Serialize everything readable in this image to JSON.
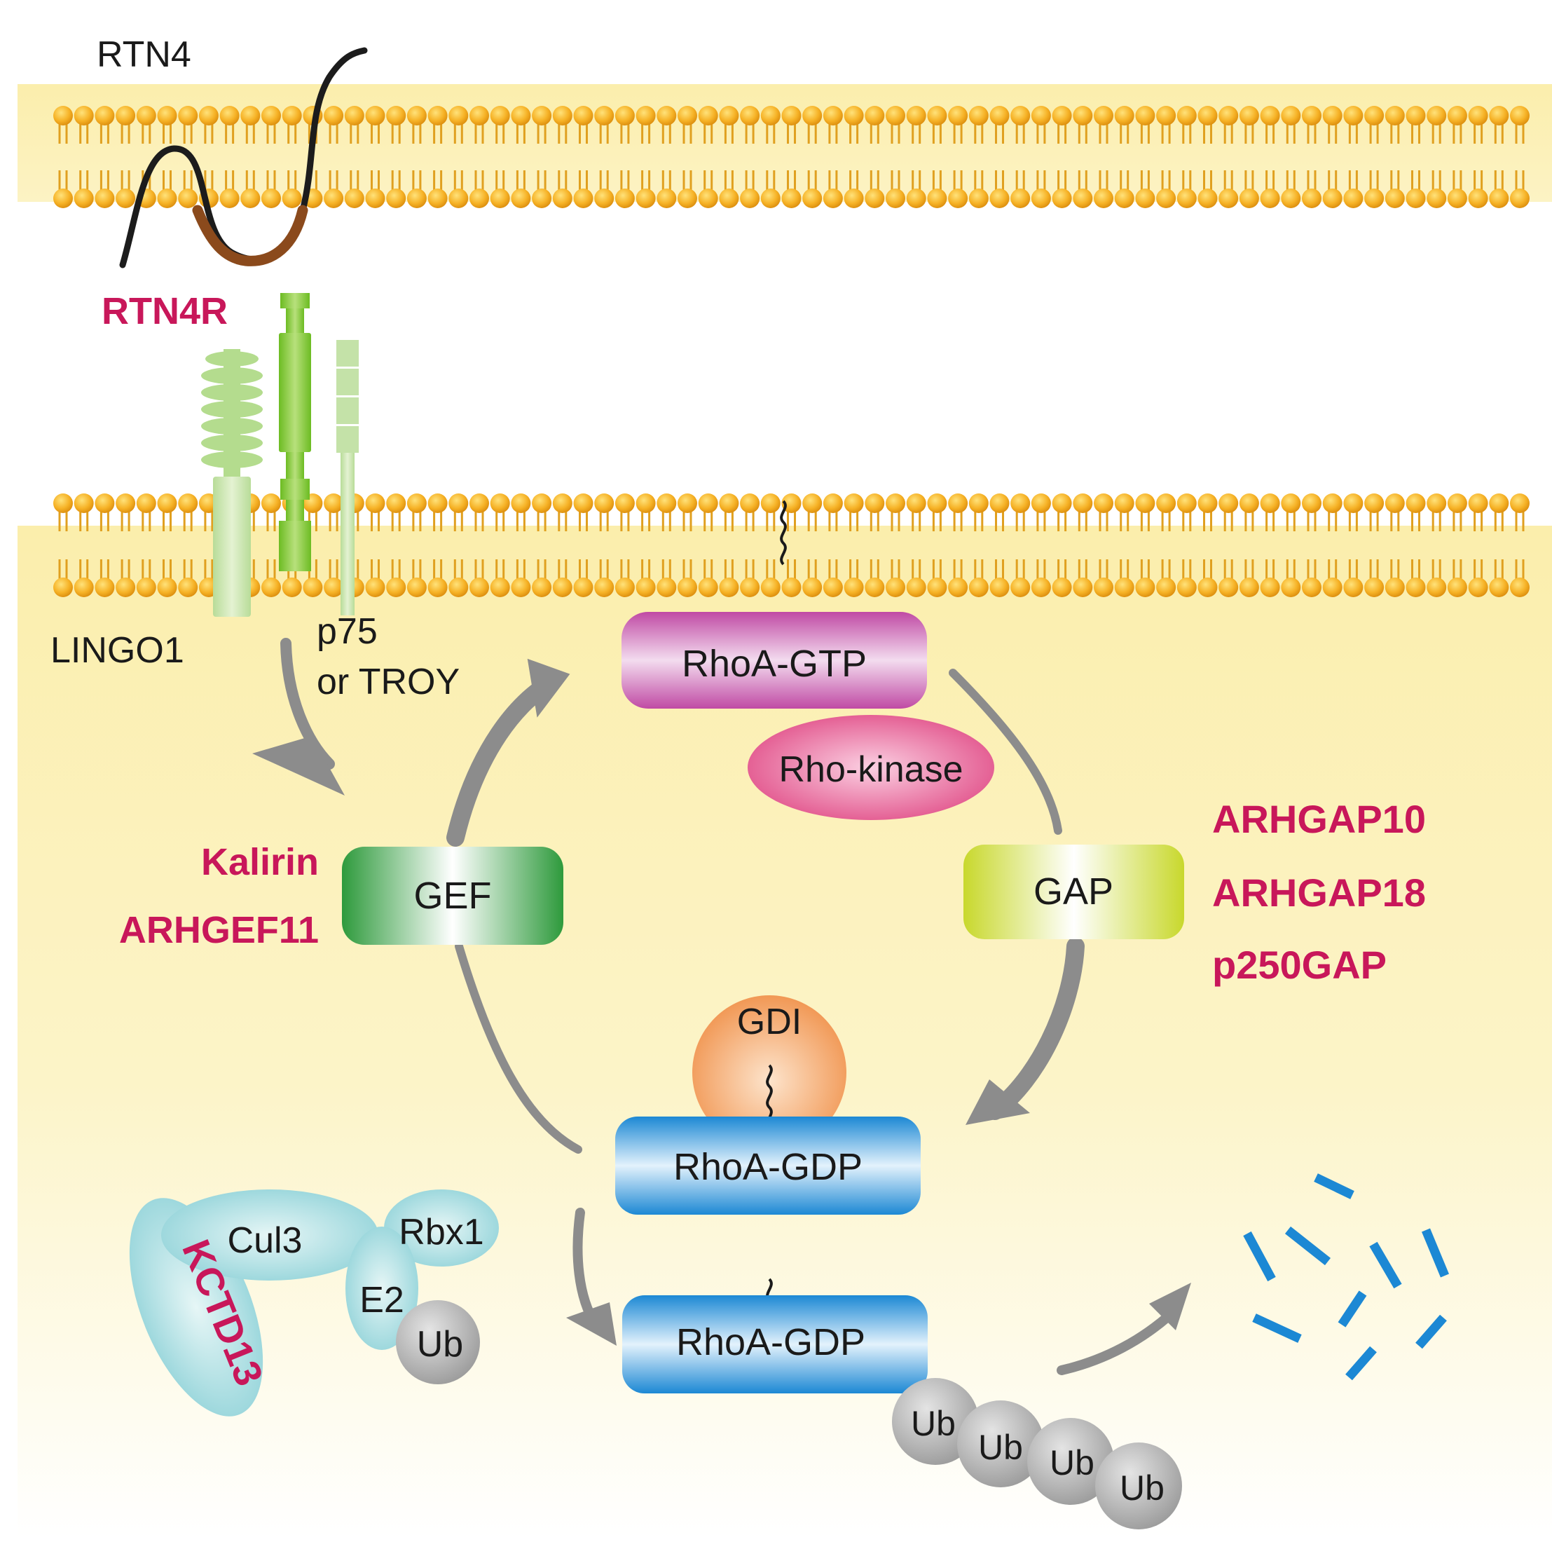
{
  "labels": {
    "rtn4": "RTN4",
    "rtn4r": "RTN4R",
    "lingo1": "LINGO1",
    "p75_line1": "p75",
    "p75_line2": "or TROY",
    "rhoa_gtp": "RhoA-GTP",
    "rho_kinase": "Rho-kinase",
    "gef": "GEF",
    "gap": "GAP",
    "gdi": "GDI",
    "rhoa_gdp_1": "RhoA-GDP",
    "rhoa_gdp_2": "RhoA-GDP",
    "cul3": "Cul3",
    "rbx1": "Rbx1",
    "e2": "E2",
    "ub": "Ub",
    "kctd13": "KCTD13",
    "ub_chain": [
      "Ub",
      "Ub",
      "Ub",
      "Ub"
    ]
  },
  "gef_regulators": [
    "Kalirin",
    "ARHGEF11"
  ],
  "gap_regulators": [
    "ARHGAP10",
    "ARHGAP18",
    "p250GAP"
  ],
  "colors": {
    "highlight_red": "#c8175a",
    "membrane_head": "#f2a81b",
    "cytoplasm": "#fbf0b0",
    "rhoa_gtp": "#c04aa4",
    "rho_kinase": "#e04a85",
    "gef": "#2e9a3c",
    "gap": "#c8d82c",
    "rhoa_gdp": "#1c88d4",
    "gdi": "#f0914a",
    "ligase": "#9ed8dc",
    "ub": "#a8a8a8",
    "arrow": "#8c8c8c",
    "rtn4_loop": "#8b4a1c"
  }
}
